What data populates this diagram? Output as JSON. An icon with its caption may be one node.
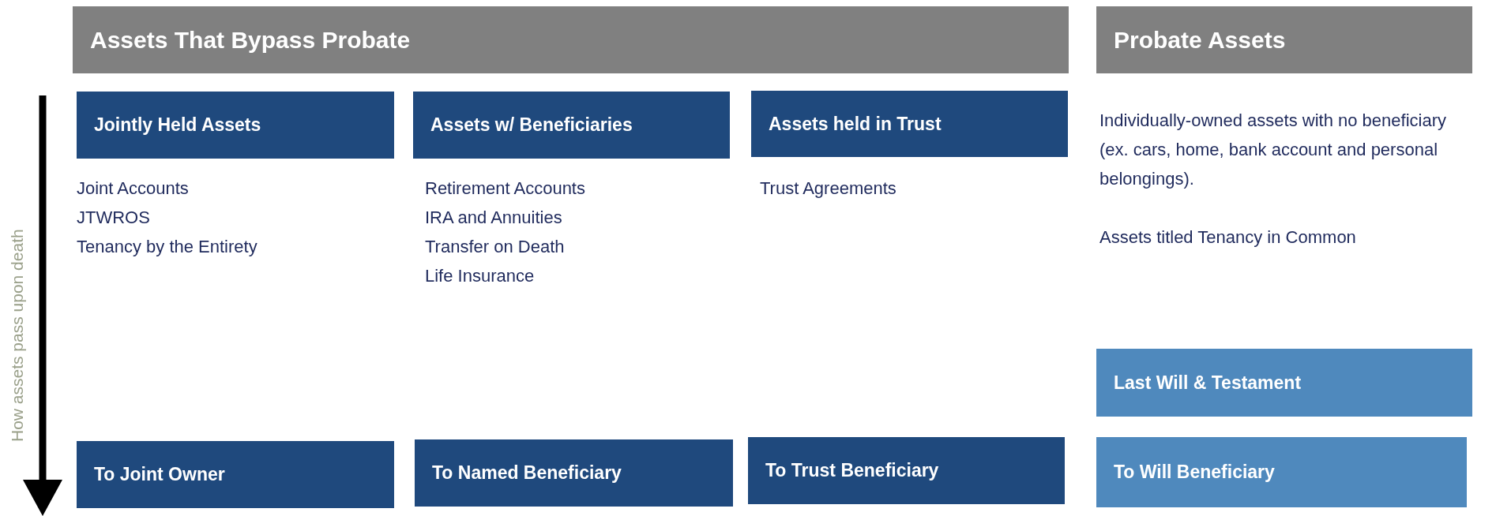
{
  "diagram": {
    "nodes": [
      {
        "text": [
          "Assets That Bypass Probate"
        ]
      },
      {
        "text": [
          "Probate Assets"
        ],
        "beside": [
          "Individually-owned assets with no beneficiary (ex. cars, home, bank account and personal belongings).",
          "Assets titled Tenancy in Common"
        ]
      },
      {
        "text": [
          "Jointly Held Assets"
        ],
        "beside": [
          "Joint Accounts",
          "JTWROS",
          "Tenancy by the Entirety"
        ]
      },
      {
        "text": [
          "Assets w/ Beneficiaries"
        ],
        "beside": [
          "Retirement Accounts",
          "IRA and Annuities",
          "Transfer on Death",
          "Life Insurance"
        ]
      },
      {
        "text": [
          "Assets held in Trust"
        ],
        "beside": [
          "Trust Agreements"
        ]
      },
      {
        "text": [
          "Last Will & Testament"
        ]
      },
      {
        "text": [
          "To Joint Owner"
        ]
      },
      {
        "text": [
          "To Named Beneficiary"
        ]
      },
      {
        "text": [
          "To Trust Beneficiary"
        ]
      },
      {
        "text": [
          "To Will Beneficiary"
        ]
      }
    ],
    "labels": [
      "How assets pass upon death"
    ]
  }
}
